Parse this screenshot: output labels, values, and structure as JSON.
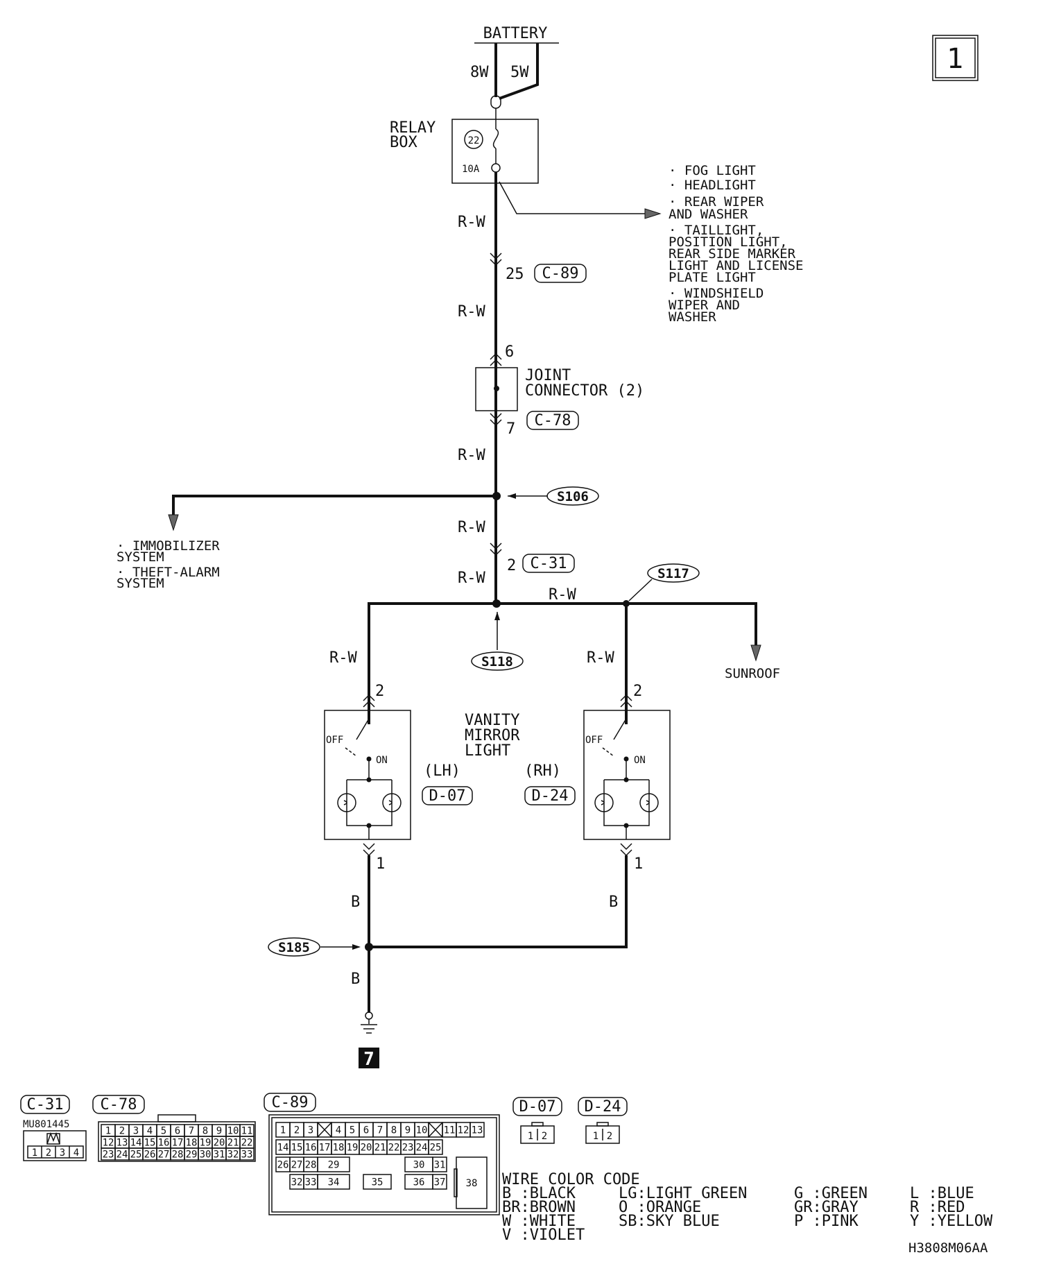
{
  "page": {
    "number": "1",
    "figure_id": "H3808M06AA"
  },
  "source": {
    "battery": "BATTERY",
    "wire_8w": "8W",
    "wire_5w": "5W"
  },
  "relay_box": {
    "label_line1": "RELAY",
    "label_line2": "BOX",
    "fuse_number": "22",
    "fuse_rating": "10A"
  },
  "fuse_outputs": [
    "· FOG LIGHT",
    "· HEADLIGHT",
    "· REAR WIPER",
    "  AND WASHER",
    "· TAILLIGHT,",
    "  POSITION LIGHT,",
    "  REAR SIDE MARKER",
    "  LIGHT AND LICENSE",
    "  PLATE LIGHT",
    "· WINDSHIELD",
    "  WIPER AND",
    "  WASHER"
  ],
  "wires": {
    "rw": "R-W",
    "b": "B"
  },
  "connectors": {
    "c89": {
      "id": "C-89",
      "pin": "25"
    },
    "c78": {
      "id": "C-78",
      "pin_in": "6",
      "pin_out": "7"
    },
    "c31": {
      "id": "C-31",
      "pin": "2"
    },
    "d07": {
      "id": "D-07"
    },
    "d24": {
      "id": "D-24"
    }
  },
  "joint_connector": {
    "line1": "JOINT",
    "line2": "CONNECTOR (2)"
  },
  "splices": {
    "s106": "S106",
    "s117": "S117",
    "s118": "S118",
    "s185": "S185"
  },
  "immobilizer_outputs": [
    "· IMMOBILIZER",
    "  SYSTEM",
    "· THEFT-ALARM",
    "  SYSTEM"
  ],
  "sunroof": "SUNROOF",
  "vanity": {
    "line1": "VANITY",
    "line2": "MIRROR",
    "line3": "LIGHT",
    "lh": "(LH)",
    "rh": "(RH)",
    "off": "OFF",
    "on": "ON",
    "pin_top": "2",
    "pin_bottom": "1"
  },
  "ground": {
    "number": "7"
  },
  "connector_views": {
    "c31_part": "MU801445",
    "c31_pins": [
      "1",
      "2",
      "3",
      "4"
    ],
    "c78_rows": [
      [
        "1",
        "2",
        "3",
        "4",
        "5",
        "6",
        "7",
        "8",
        "9",
        "10",
        "11"
      ],
      [
        "12",
        "13",
        "14",
        "15",
        "16",
        "17",
        "18",
        "19",
        "20",
        "21",
        "22"
      ],
      [
        "23",
        "24",
        "25",
        "26",
        "27",
        "28",
        "29",
        "30",
        "31",
        "32",
        "33"
      ]
    ],
    "c89_row1": [
      "1",
      "2",
      "3",
      "4",
      "5",
      "6",
      "7",
      "8",
      "9",
      "10",
      "11",
      "12",
      "13"
    ],
    "c89_row2": [
      "14",
      "15",
      "16",
      "17",
      "18",
      "19",
      "20",
      "21",
      "22",
      "23",
      "24",
      "25"
    ],
    "c89_row3": [
      "26",
      "27",
      "28",
      "29",
      "30",
      "31"
    ],
    "c89_row4": [
      "32",
      "33",
      "34",
      "35",
      "36",
      "37"
    ],
    "c89_big": "38",
    "d_pins": [
      "1",
      "2"
    ]
  },
  "wire_color_code": {
    "title": "WIRE COLOR CODE",
    "col1": [
      "B :BLACK",
      "BR:BROWN",
      "W :WHITE",
      "V :VIOLET"
    ],
    "col2": [
      "LG:LIGHT GREEN",
      "O :ORANGE",
      "SB:SKY BLUE"
    ],
    "col3": [
      "G :GREEN",
      "GR:GRAY",
      "P :PINK"
    ],
    "col4": [
      "L :BLUE",
      "R :RED",
      "Y :YELLOW"
    ]
  }
}
